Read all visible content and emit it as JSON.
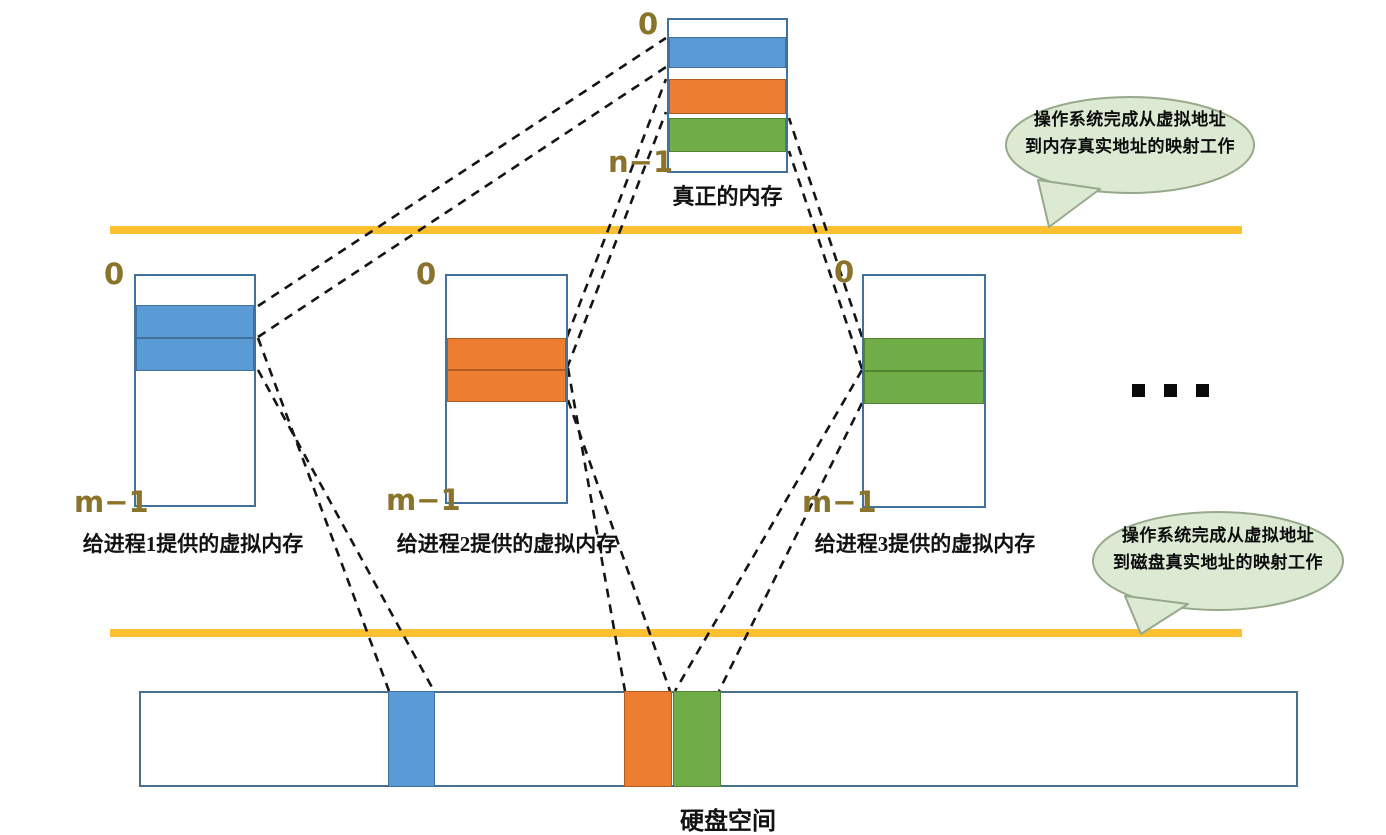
{
  "colors": {
    "blue": "#5B9BD5",
    "orange": "#ED7D31",
    "green": "#70AD47",
    "yellow_line": "#FCC030",
    "box_border": "#41719C",
    "disk_border": "#46708E",
    "address_label": "#8A732A",
    "bubble_fill": "#DCE9D3",
    "bubble_border": "#97A98B",
    "dash_line": "#141414"
  },
  "real_memory": {
    "top_address": "0",
    "bottom_address": "n−1",
    "caption": "真正的内存"
  },
  "processes": [
    {
      "top_address": "0",
      "bottom_address": "m−1",
      "caption": "给进程1提供的虚拟内存"
    },
    {
      "top_address": "0",
      "bottom_address": "m−1",
      "caption": "给进程2提供的虚拟内存"
    },
    {
      "top_address": "0",
      "bottom_address": "m−1",
      "caption": "给进程3提供的虚拟内存"
    }
  ],
  "ellipsis": "...",
  "disk": {
    "caption": "硬盘空间"
  },
  "bubbles": {
    "memory_mapping": {
      "line1": "操作系统完成从虚拟地址",
      "line2": "到内存真实地址的映射工作"
    },
    "disk_mapping": {
      "line1": "操作系统完成从虚拟地址",
      "line2": "到磁盘真实地址的映射工作"
    }
  }
}
